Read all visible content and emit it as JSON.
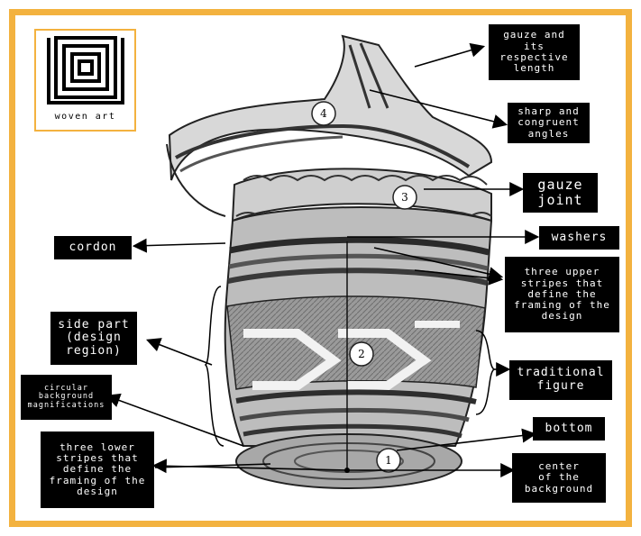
{
  "logo": {
    "text": "woven art"
  },
  "labels": {
    "gauze_length": "gauze and\nits\nrespective\nlength",
    "sharp_angles": "sharp and\ncongruent\nangles",
    "gauze_joint": "gauze\njoint",
    "cordon": "cordon",
    "washers": "washers",
    "three_upper": "three upper\nstripes that\ndefine the\nframing of the\ndesign",
    "side_part": "side part\n(design\nregion)",
    "traditional": "traditional\nfigure",
    "circular": "circular\nbackground\nmagnifications",
    "bottom": "bottom",
    "three_lower": "three lower\nstripes that\ndefine the\nframing of the\ndesign",
    "center": "center\nof the\nbackground"
  },
  "markers": [
    "1",
    "2",
    "3",
    "4"
  ],
  "colors": {
    "frame": "#f3b23f",
    "label_bg": "#000000",
    "label_text": "#ffffff"
  }
}
